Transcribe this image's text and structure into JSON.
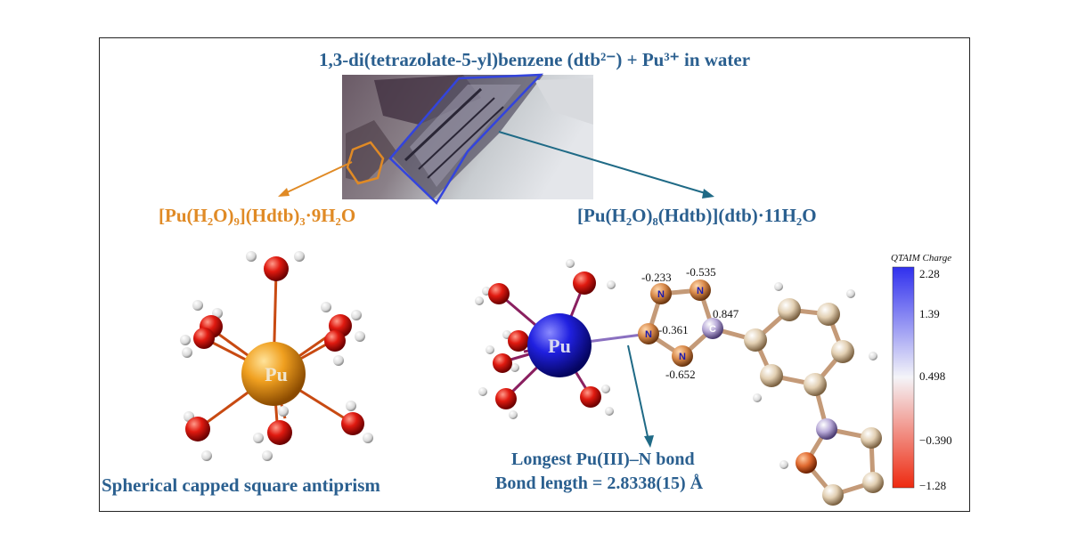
{
  "title": "1,3-di(tetrazolate-5-yl)benzene (dtb²⁻) + Pu³⁺ in water",
  "labels": {
    "left_formula": "[Pu(H₂O)₉](Hdtb)₃·9H₂O",
    "right_formula": "[Pu(H₂O)₈(Hdtb)](dtb)·11H₂O",
    "left_caption": "Spherical capped square antiprism",
    "bond_line1": "Longest Pu(III)–N bond",
    "bond_line2": "Bond length = 2.8338(15) Å",
    "pu_left": "Pu",
    "pu_right": "Pu",
    "atom_n": "N",
    "atom_c": "C"
  },
  "charges": {
    "n1": "-0.233",
    "n2": "-0.535",
    "n3": "-0.361",
    "n4": "-0.652",
    "c": "0.847"
  },
  "colorbar": {
    "title": "QTAIM Charge",
    "ticks": [
      "2.28",
      "1.39",
      "0.498",
      "−0.390",
      "−1.28"
    ],
    "colors": [
      "#3333ee",
      "#f2f2f2",
      "#ee2a10"
    ]
  }
}
